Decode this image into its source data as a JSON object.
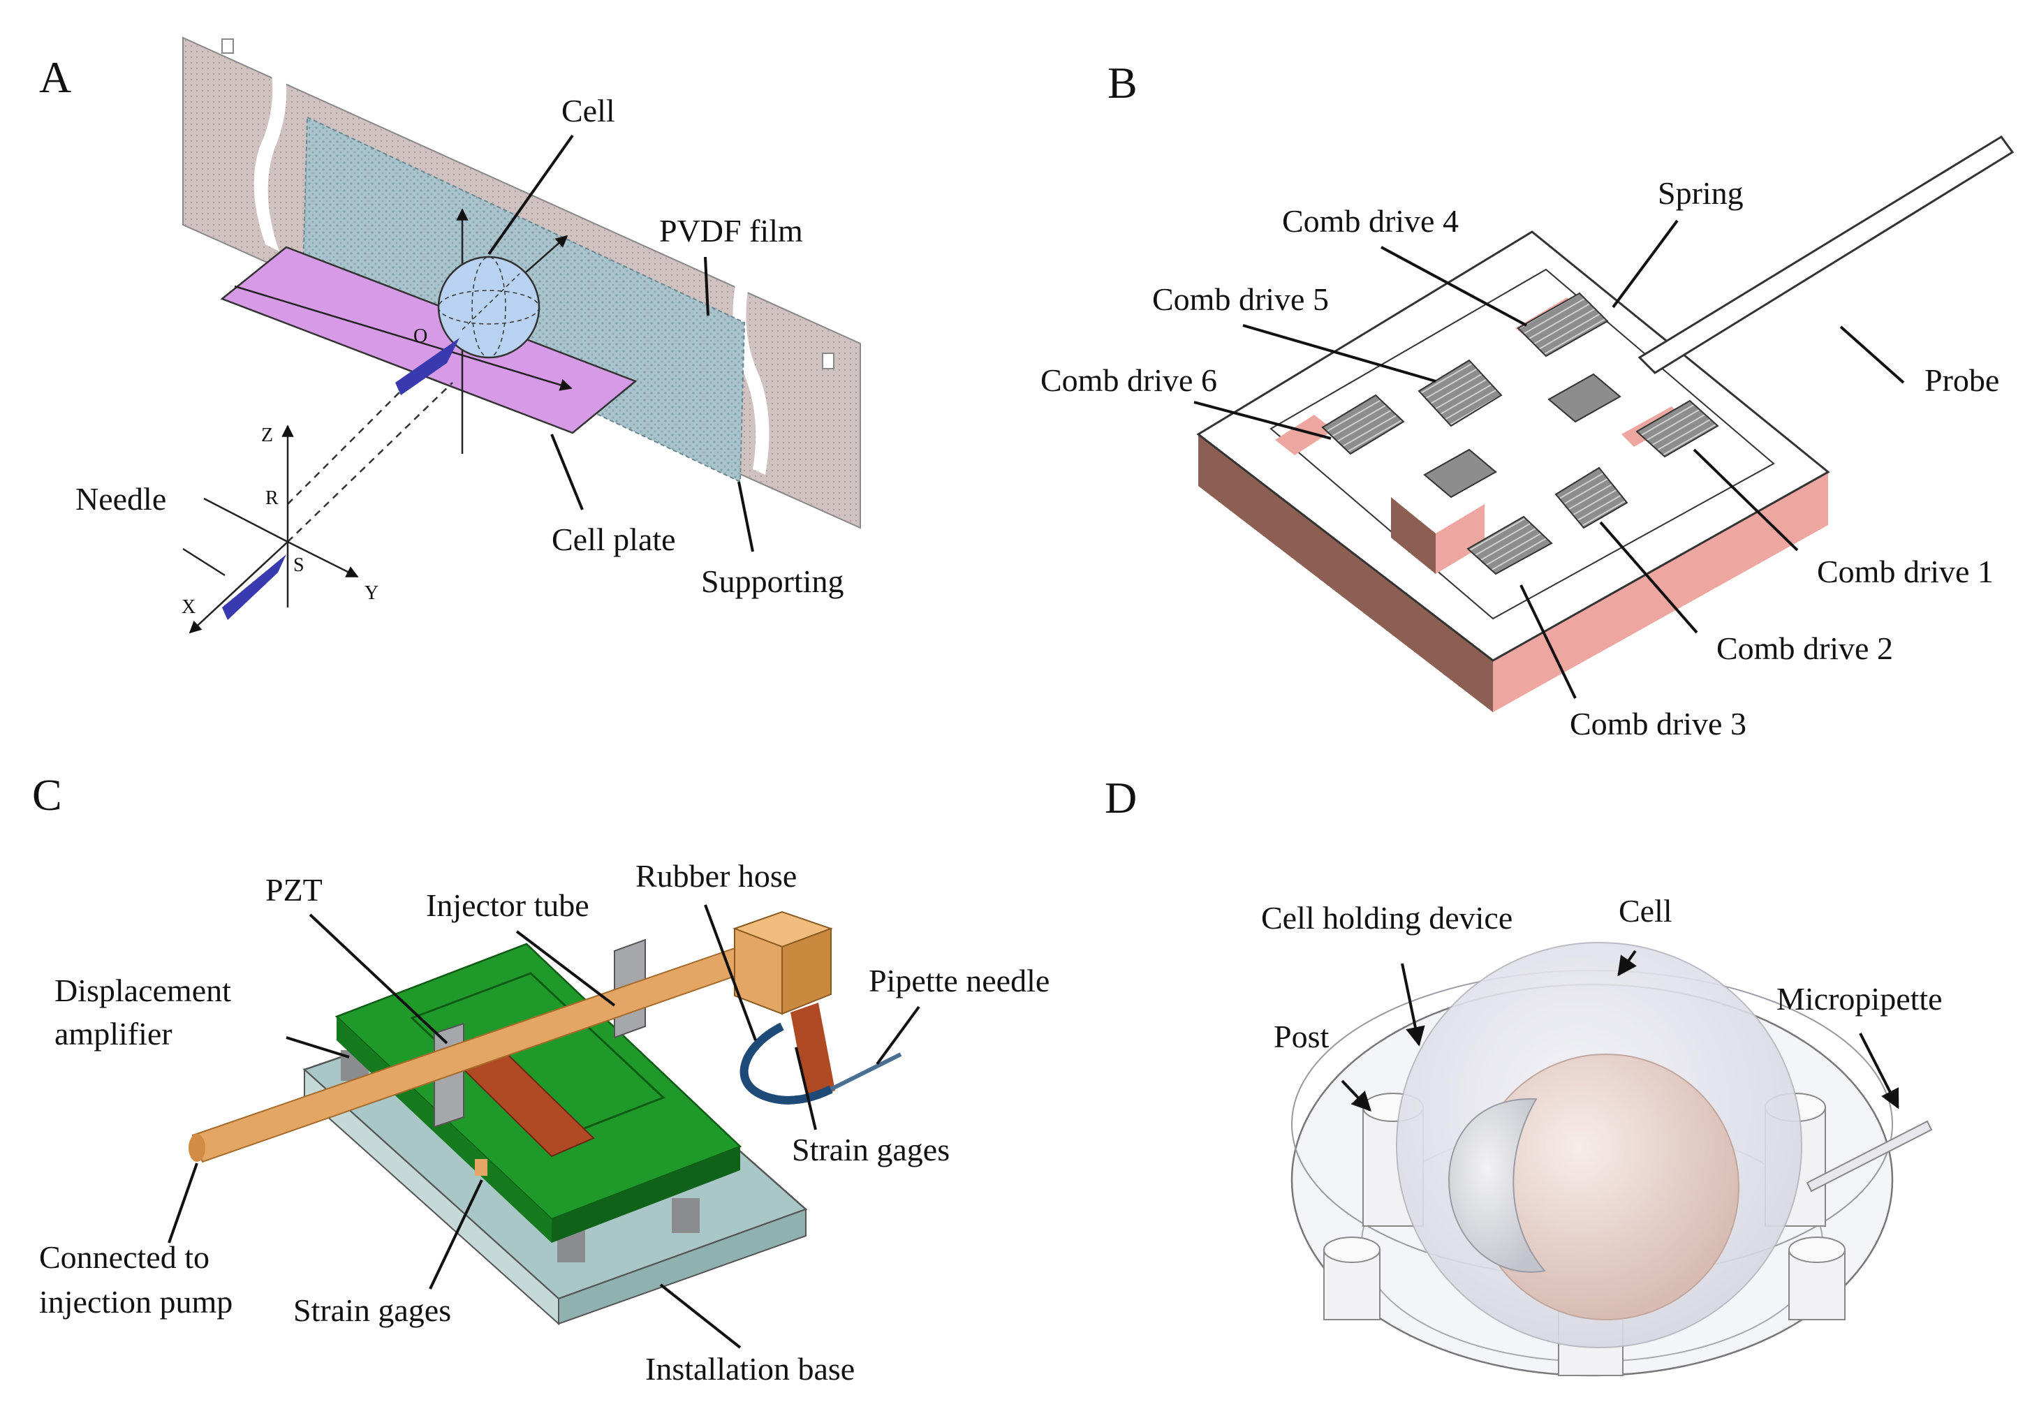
{
  "panels": {
    "a": {
      "letter": "A",
      "labels": {
        "cell": "Cell",
        "pvdf_film": "PVDF film",
        "needle": "Needle",
        "cell_plate": "Cell plate",
        "supporting": "Supporting"
      },
      "axes": {
        "z": "Z",
        "x": "X",
        "y": "Y",
        "r": "R",
        "s": "S",
        "o": "O"
      }
    },
    "b": {
      "letter": "B",
      "labels": {
        "spring": "Spring",
        "comb_drive_4": "Comb drive 4",
        "comb_drive_5": "Comb drive 5",
        "comb_drive_6": "Comb drive 6",
        "probe": "Probe",
        "comb_drive_1": "Comb drive 1",
        "comb_drive_2": "Comb drive 2",
        "comb_drive_3": "Comb drive 3"
      }
    },
    "c": {
      "letter": "C",
      "labels": {
        "pzt": "PZT",
        "injector_tube": "Injector tube",
        "rubber_hose": "Rubber hose",
        "pipette_needle": "Pipette needle",
        "displacement_amplifier_1": "Displacement",
        "displacement_amplifier_2": "amplifier",
        "strain_gages_right": "Strain gages",
        "connected_1": "Connected to",
        "connected_2": "injection pump",
        "strain_gages_bottom": "Strain gages",
        "installation_base": "Installation base"
      }
    },
    "d": {
      "letter": "D",
      "labels": {
        "cell_holding_device": "Cell holding device",
        "cell": "Cell",
        "micropipette": "Micropipette",
        "post": "Post"
      }
    }
  },
  "colors": {
    "pvdf_film": "#a9c4cc",
    "support": "#cfc2c0",
    "cell_plate": "#d79ae6",
    "cell_sphere": "#b9d2f2",
    "needle": "#3a3ab0",
    "chip_side": "#8c5f52",
    "chip_pink": "#eea7a0",
    "comb": "#8d8d8d",
    "green_amp": "#1f9a2a",
    "base": "#a9c7c6",
    "tube": "#e3a664",
    "pzt": "#b04a25",
    "hose": "#1e4a78",
    "bracket": "#a5a7ab",
    "dish": "#e7e8ef",
    "cell_inner": "#e6cfc8"
  }
}
